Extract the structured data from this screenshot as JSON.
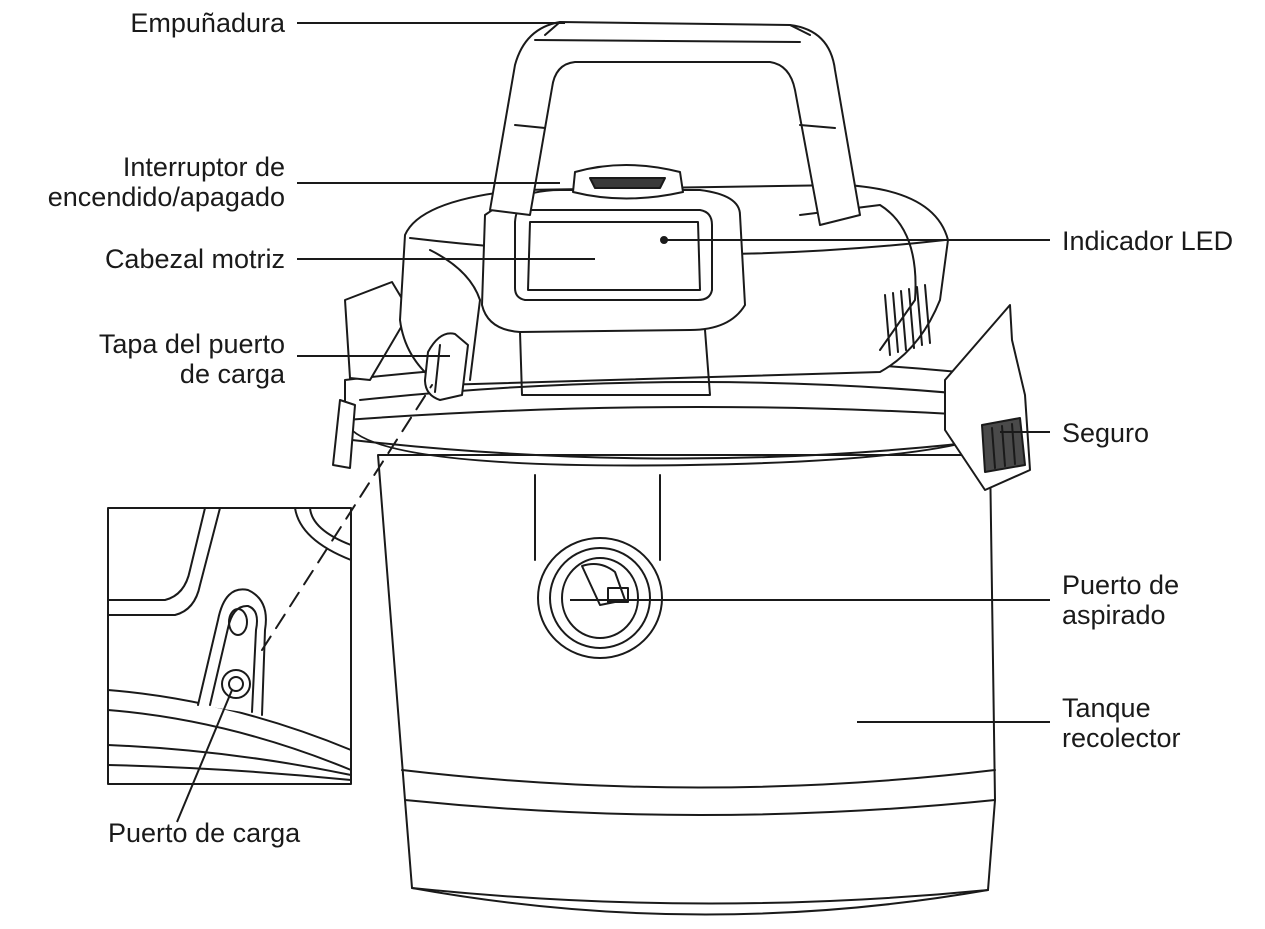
{
  "labels": {
    "empunadura": "Empuñadura",
    "interruptor_1": "Interruptor de",
    "interruptor_2": "encendido/apagado",
    "cabezal": "Cabezal motriz",
    "tapa_1": "Tapa del puerto",
    "tapa_2": "de carga",
    "indicador": "Indicador LED",
    "seguro": "Seguro",
    "aspirado_1": "Puerto de",
    "aspirado_2": "aspirado",
    "tanque_1": "Tanque",
    "tanque_2": "recolector",
    "puerto_carga": "Puerto de carga"
  }
}
